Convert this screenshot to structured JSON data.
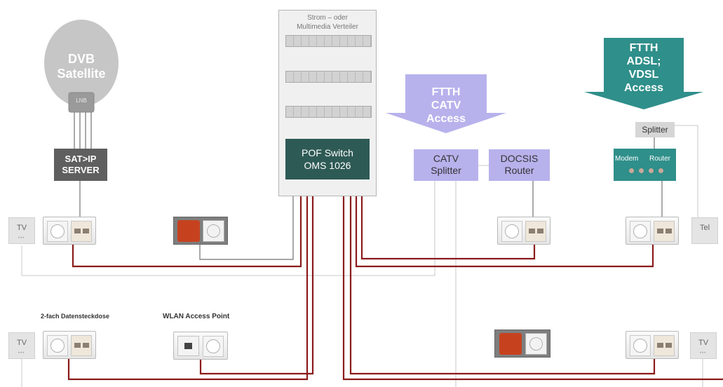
{
  "satellite": {
    "title_line1": "DVB",
    "title_line2": "Satellite",
    "lnb_label": "LNB"
  },
  "satip_server": {
    "line1": "SAT>IP",
    "line2": "SERVER"
  },
  "distributor": {
    "line1": "Strom – oder",
    "line2": "Multimedia Verteiler"
  },
  "pof_switch": {
    "line1": "POF Switch",
    "line2": "OMS 1026"
  },
  "ftth_catv": {
    "line1": "FTTH",
    "line2": "CATV",
    "line3": "Access"
  },
  "ftth_adsl": {
    "line1": "FTTH",
    "line2": "ADSL;",
    "line3": "VDSL",
    "line4": "Access"
  },
  "catv_splitter": {
    "line1": "CATV",
    "line2": "Splitter"
  },
  "docsis_router": {
    "line1": "DOCSIS",
    "line2": "Router"
  },
  "splitter": {
    "label": "Splitter"
  },
  "modem_router": {
    "modem_label": "Modem",
    "router_label": "Router"
  },
  "labels": {
    "tv": "TV",
    "tel": "Tel",
    "datensteckdose": "2-fach Datensteckdose",
    "wlan": "WLAN Access Point"
  },
  "colors": {
    "pof_cable": "#8b1a1a",
    "switch_green": "#2e5a55",
    "catv_purple": "#b7b2ec",
    "teal": "#2f8f8a",
    "server_gray": "#5f5f5f"
  }
}
